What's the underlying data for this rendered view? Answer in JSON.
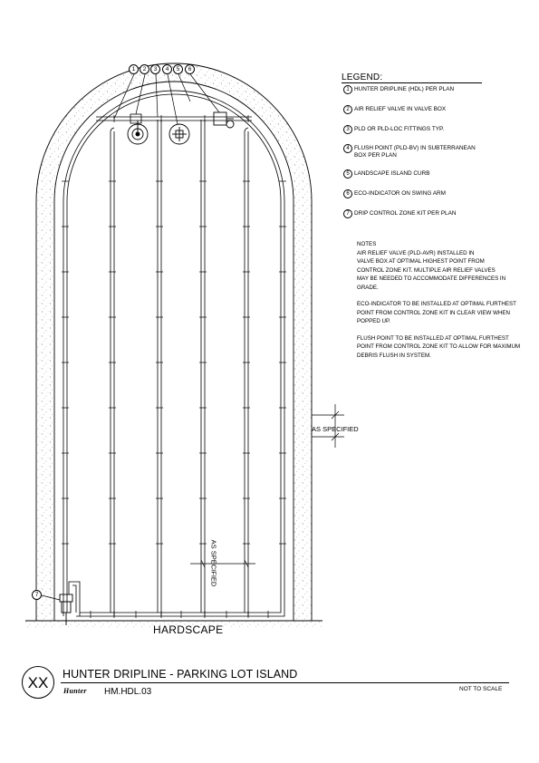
{
  "legend": {
    "title": "LEGEND:",
    "items": [
      {
        "num": "1",
        "text": "HUNTER DRIPLINE (HDL) PER PLAN"
      },
      {
        "num": "2",
        "text": "AIR RELIEF VALVE IN VALVE BOX"
      },
      {
        "num": "3",
        "text": "PLD OR PLD-LOC FITTINGS TYP."
      },
      {
        "num": "4",
        "text": "FLUSH POINT (PLD-BV) IN SUBTERRANEAN\nBOX PER PLAN"
      },
      {
        "num": "5",
        "text": "LANDSCAPE ISLAND CURB"
      },
      {
        "num": "6",
        "text": "ECO-INDICATOR ON SWING ARM"
      },
      {
        "num": "7",
        "text": "DRIP CONTROL ZONE KIT PER PLAN"
      }
    ]
  },
  "notes": {
    "title": "NOTES",
    "paragraphs": [
      "AIR RELIEF VALVE (PLD-AVR) INSTALLED IN\nVALVE BOX AT OPTIMAL HIGHEST POINT FROM\nCONTROL ZONE KIT.  MULTIPLE AIR RELIEF VALVES\nMAY BE NEEDED TO ACCOMMODATE DIFFERENCES IN\nGRADE.",
      "ECO-INDICATOR TO BE INSTALLED AT OPTIMAL FURTHEST\nPOINT FROM CONTROL ZONE KIT IN CLEAR VIEW WHEN\nPOPPED UP.",
      "FLUSH POINT TO BE INSTALLED AT OPTIMAL FURTHEST\nPOINT FROM CONTROL ZONE KIT TO ALLOW FOR MAXIMUM\nDEBRIS FLUSH IN SYSTEM."
    ]
  },
  "drawing": {
    "dimension_right": "AS SPECIFIED",
    "dimension_spacing": "AS SPECIFIED",
    "ground_label": "HARDSCAPE",
    "top_callouts": [
      "1",
      "2",
      "3",
      "4",
      "5",
      "6"
    ],
    "bottom_callout": "7"
  },
  "title_block": {
    "detail_tag": "XX",
    "title": "HUNTER DRIPLINE - PARKING LOT ISLAND",
    "brand": "Hunter",
    "drawing_number": "HM.HDL.03",
    "scale_note": "NOT TO SCALE"
  }
}
